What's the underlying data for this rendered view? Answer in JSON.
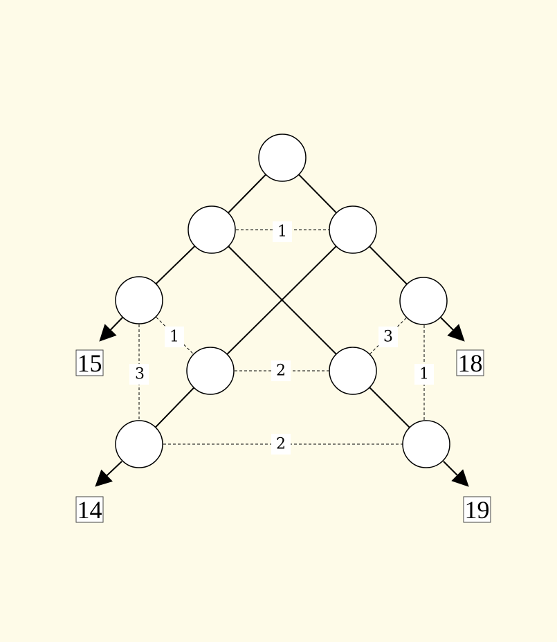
{
  "diagram": {
    "background": "#fefbe8",
    "edge_weights": {
      "top_pair": "1",
      "left_diag": "1",
      "left_vertical": "3",
      "middle_pair": "2",
      "right_diag": "3",
      "right_vertical": "1",
      "bottom_pair": "2"
    },
    "outputs": {
      "left_upper": "15",
      "right_upper": "18",
      "left_lower": "14",
      "right_lower": "19"
    }
  }
}
